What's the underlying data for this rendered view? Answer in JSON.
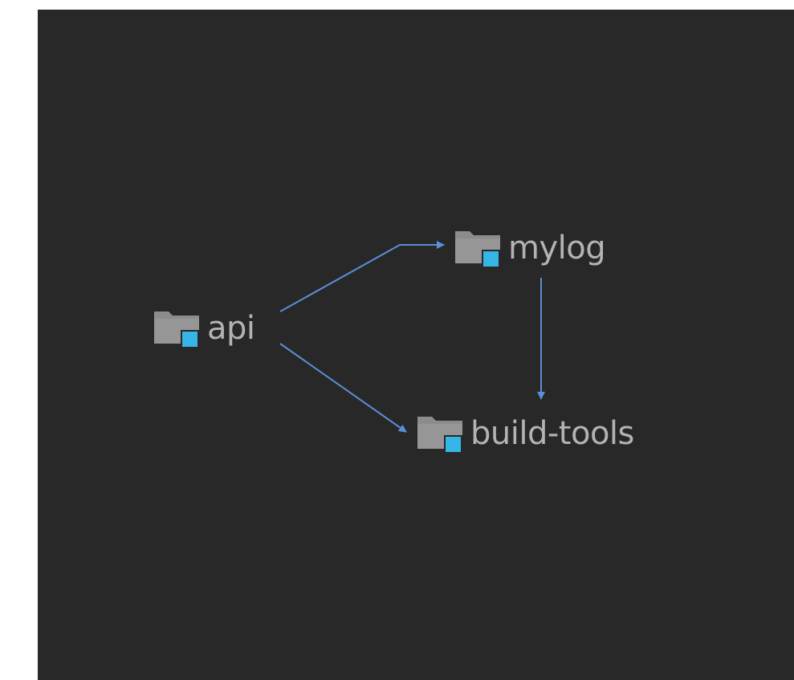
{
  "graph": {
    "nodes": [
      {
        "id": "api",
        "label": "api",
        "icon": "module-folder-icon"
      },
      {
        "id": "mylog",
        "label": "mylog",
        "icon": "module-folder-icon"
      },
      {
        "id": "build-tools",
        "label": "build-tools",
        "icon": "module-folder-icon"
      }
    ],
    "edges": [
      {
        "from": "api",
        "to": "mylog"
      },
      {
        "from": "api",
        "to": "build-tools"
      },
      {
        "from": "mylog",
        "to": "build-tools"
      }
    ]
  },
  "colors": {
    "background": "#282828",
    "edge": "#5b8fd6",
    "folder": "#8c8c8c",
    "module_badge": "#35b6e6",
    "label": "#b3b3b3"
  }
}
